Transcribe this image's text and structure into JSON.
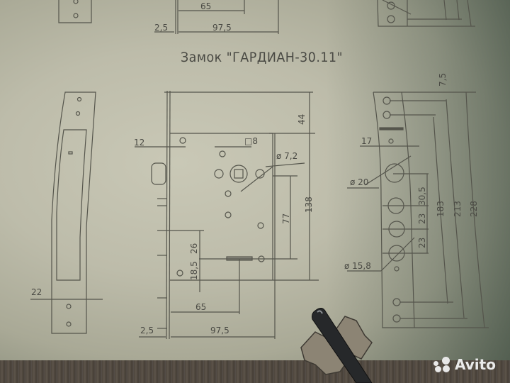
{
  "title": "Замок \"ГАРДИАН-30.11\"",
  "watermark": {
    "brand": "Avito"
  },
  "top_partial_dimensions": {
    "d65": "65",
    "d97_5": "97,5",
    "d2_5": "2,5"
  },
  "strike_plate": {
    "width_label": "22"
  },
  "lock_body": {
    "dim_44": "44",
    "dim_12": "12",
    "dim_square8": "□8",
    "dim_dia7_2": "ø 7,2",
    "dim_77": "77",
    "dim_138": "138",
    "dim_26": "26",
    "dim_18_5": "18,5",
    "dim_65": "65",
    "dim_97_5": "97,5",
    "dim_2_5": "2,5"
  },
  "face_plate": {
    "dim_7_5": "7,5",
    "dim_17": "17",
    "dim_dia20": "ø 20",
    "dim_30_5": "30,5",
    "dim_23a": "23",
    "dim_23b": "23",
    "dim_183": "183",
    "dim_213": "213",
    "dim_228": "228",
    "dim_dia15_8": "ø 15,8"
  }
}
